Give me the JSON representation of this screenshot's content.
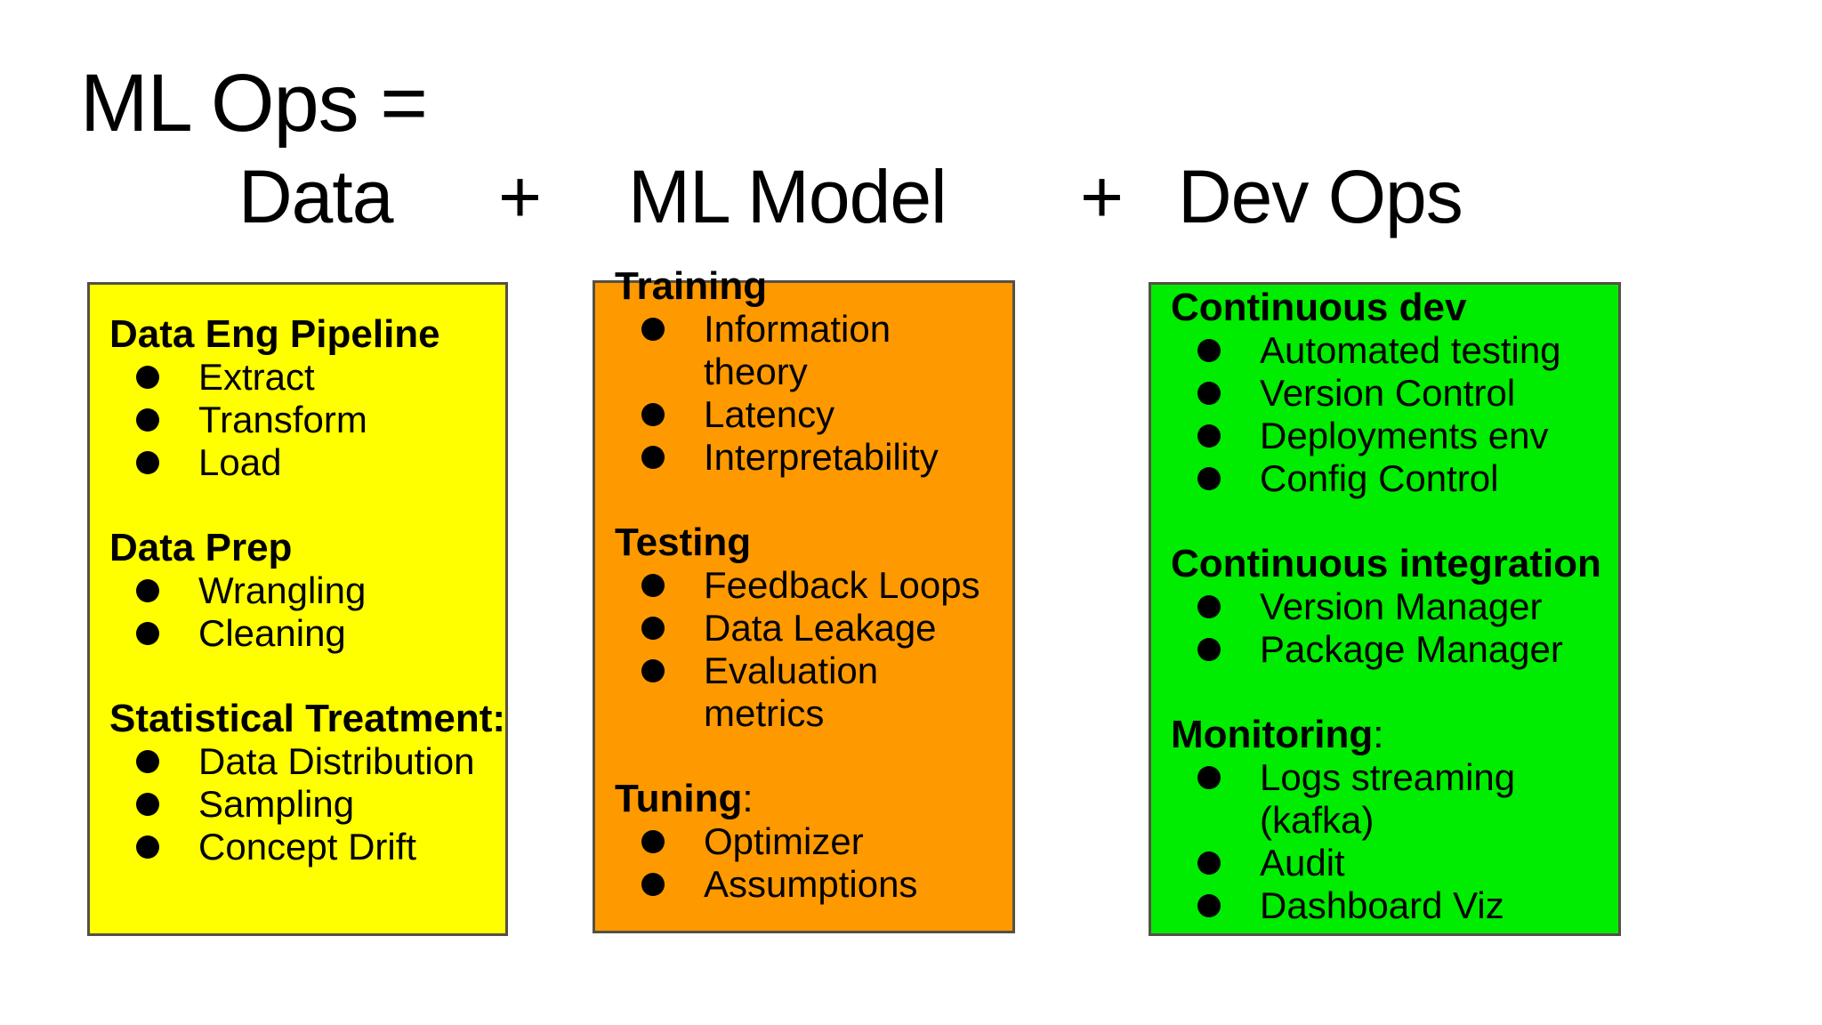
{
  "slide": {
    "title": "ML Ops =",
    "equation": {
      "term1": "Data",
      "plus1": "+",
      "term2": "ML Model",
      "plus2": "+",
      "term3": "Dev Ops"
    },
    "colors": {
      "background": "#ffffff",
      "text": "#000000",
      "box_border": "#555047",
      "bullet": "#000000",
      "data_box": "#ffff00",
      "model_box": "#ff9900",
      "devops_box": "#00ec00"
    },
    "boxes": [
      {
        "id": "data-box",
        "label": "Data",
        "color_key": "data_box",
        "sections": [
          {
            "heading": "Data Eng Pipeline",
            "items": [
              "Extract",
              "Transform",
              "Load"
            ]
          },
          {
            "heading": "Data Prep",
            "items": [
              "Wrangling",
              "Cleaning"
            ]
          },
          {
            "heading": "Statistical Treatment:",
            "items": [
              "Data Distribution",
              "Sampling",
              "Concept Drift"
            ]
          }
        ]
      },
      {
        "id": "ml-model-box",
        "label": "ML Model",
        "color_key": "model_box",
        "sections": [
          {
            "heading": "Training",
            "items": [
              "Information theory",
              "Latency",
              "Interpretability"
            ]
          },
          {
            "heading": "Testing",
            "items": [
              "Feedback Loops",
              "Data Leakage",
              "Evaluation metrics"
            ]
          },
          {
            "heading": "Tuning",
            "suffix": ":",
            "items": [
              "Optimizer",
              "Assumptions"
            ]
          }
        ]
      },
      {
        "id": "devops-box",
        "label": "Dev Ops",
        "color_key": "devops_box",
        "sections": [
          {
            "heading": "Continuous dev",
            "items": [
              "Automated testing",
              "Version Control",
              "Deployments env",
              "Config Control"
            ]
          },
          {
            "heading": "Continuous integration",
            "items": [
              "Version Manager",
              "Package Manager"
            ]
          },
          {
            "heading": "Monitoring",
            "suffix": ":",
            "items": [
              "Logs streaming (kafka)",
              "Audit",
              "Dashboard Viz"
            ]
          }
        ]
      }
    ]
  }
}
